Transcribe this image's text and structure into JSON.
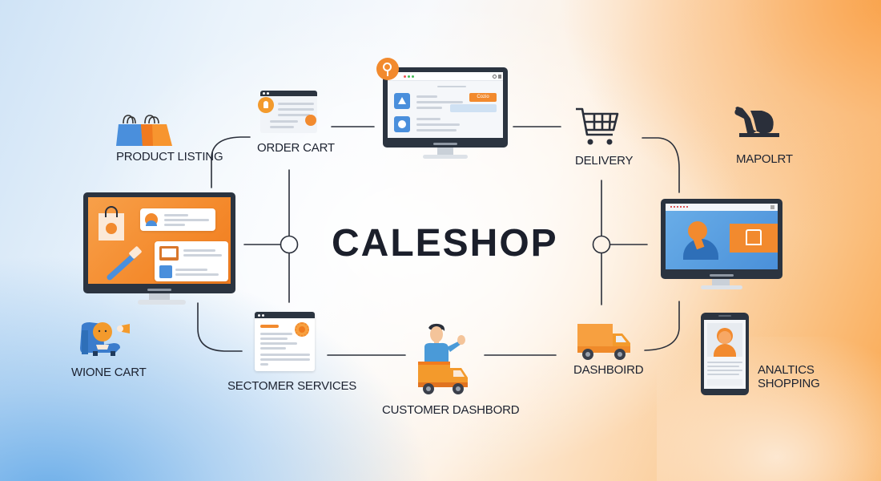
{
  "title": "CALESHOP",
  "colors": {
    "accent_orange": "#f28a2e",
    "accent_blue": "#4a90d9",
    "dark": "#2b3440",
    "line": "#2a2f3a"
  },
  "nodes": {
    "product_listing": {
      "label": "PRODUCT LISTING",
      "icon": "shopping-bags-icon"
    },
    "order_cart": {
      "label": "ORDER CART",
      "icon": "browser-window-badge-icon"
    },
    "top_monitor": {
      "icon": "desktop-monitor-icon",
      "button_label": "Cozio"
    },
    "delivery": {
      "label": "DELIVERY",
      "icon": "shopping-cart-icon"
    },
    "mapolrt": {
      "label": "MAPOLRT",
      "icon": "abstract-logo-icon"
    },
    "left_monitor": {
      "icon": "desktop-monitor-icon"
    },
    "right_monitor": {
      "icon": "desktop-monitor-icon"
    },
    "wione_cart": {
      "label": "WIONE CART",
      "icon": "armchair-person-icon"
    },
    "sectomer_services": {
      "label": "SECTOMER SERVICES",
      "icon": "document-certificate-icon"
    },
    "customer_dashbord": {
      "label": "CUSTOMER DASHBORD",
      "icon": "person-delivery-truck-icon"
    },
    "dashboird": {
      "label": "DASHBOIRD",
      "icon": "delivery-truck-icon"
    },
    "analtics_shopping": {
      "label_line1": "ANALTICS",
      "label_line2": "SHOPPING",
      "icon": "smartphone-profile-icon"
    }
  }
}
